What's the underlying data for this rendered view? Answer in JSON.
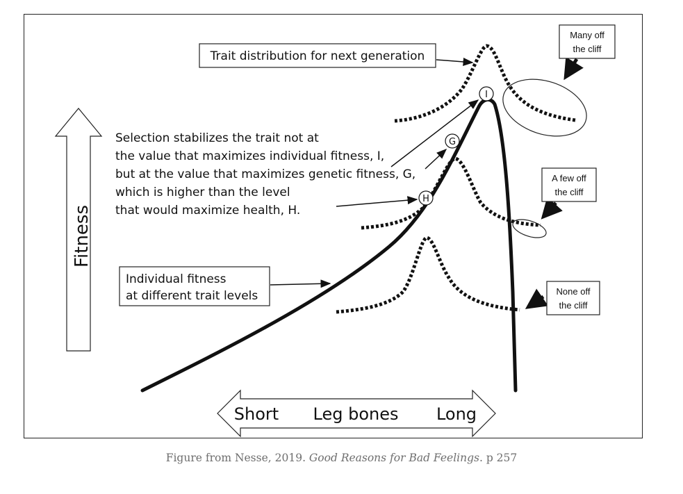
{
  "figure": {
    "y_axis_label": "Fitness",
    "x_axis": {
      "left": "Short",
      "center": "Leg bones",
      "right": "Long"
    },
    "callouts": {
      "trait_distribution": "Trait distribution for next generation",
      "selection_lines": [
        "Selection stabilizes the trait not at",
        "the value that maximizes individual fitness, I,",
        "but at the value that maximizes genetic  fitness, G,",
        "which is higher than the level",
        "that would maximize health, H."
      ],
      "individual_fitness_lines": [
        "Individual fitness",
        "at different trait levels"
      ],
      "many_off_lines": [
        "Many off",
        "the cliff"
      ],
      "few_off_lines": [
        "A few off",
        "the cliff"
      ],
      "none_off_lines": [
        "None off",
        "the cliff"
      ]
    },
    "points": {
      "I": "I",
      "G": "G",
      "H": "H"
    }
  },
  "caption": {
    "prefix": "Figure from Nesse, 2019. ",
    "book_title": "Good Reasons for Bad Feelings",
    "suffix": ". p 257"
  }
}
